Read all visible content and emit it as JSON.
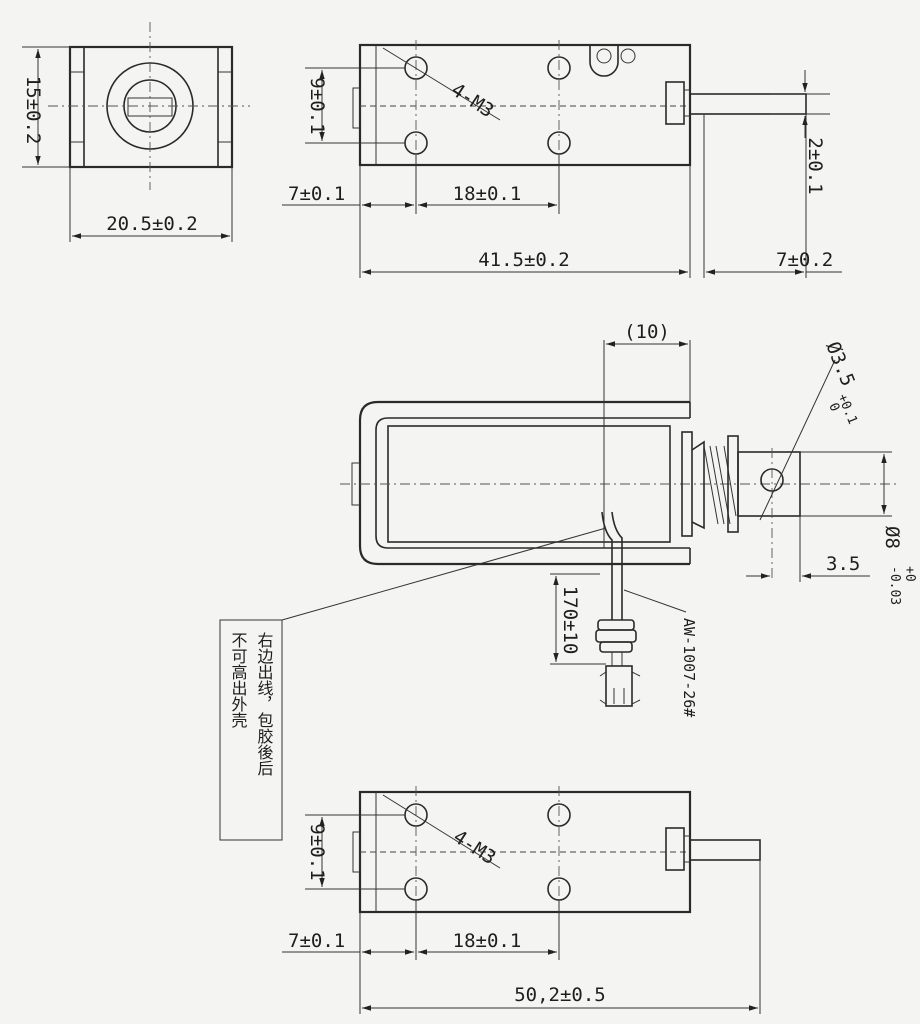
{
  "end_view": {
    "height_dim": "15±0.2",
    "width_dim": "20.5±0.2"
  },
  "top_view": {
    "hole_spacing_v": "9±0.1",
    "thread_label": "4-M3",
    "edge_to_hole": "7±0.1",
    "hole_spacing_h": "18±0.1",
    "overall_length": "41.5±0.2",
    "shaft_length": "7±0.2",
    "shaft_dim": "2±0.1"
  },
  "side_view": {
    "ref_dim": "(10)",
    "pin_hole_dia": "Ø3.5",
    "pin_hole_tol_upper": "+0.1",
    "pin_hole_tol_lower": "0",
    "plunger_dia": "Ø8",
    "plunger_tol_upper": "+0",
    "plunger_tol_lower": "-0.03",
    "hole_offset": "3.5",
    "lead_length": "170±10",
    "wire_spec": "AW-1007-26#"
  },
  "note": {
    "line1": "右边出线，包胶後后",
    "line2": "不可高出外壳"
  },
  "bottom_view": {
    "hole_spacing_v": "9±0.1",
    "thread_label": "4-M3",
    "edge_to_hole": "7±0.1",
    "hole_spacing_h": "18±0.1",
    "overall_length": "50,2±0.5"
  }
}
